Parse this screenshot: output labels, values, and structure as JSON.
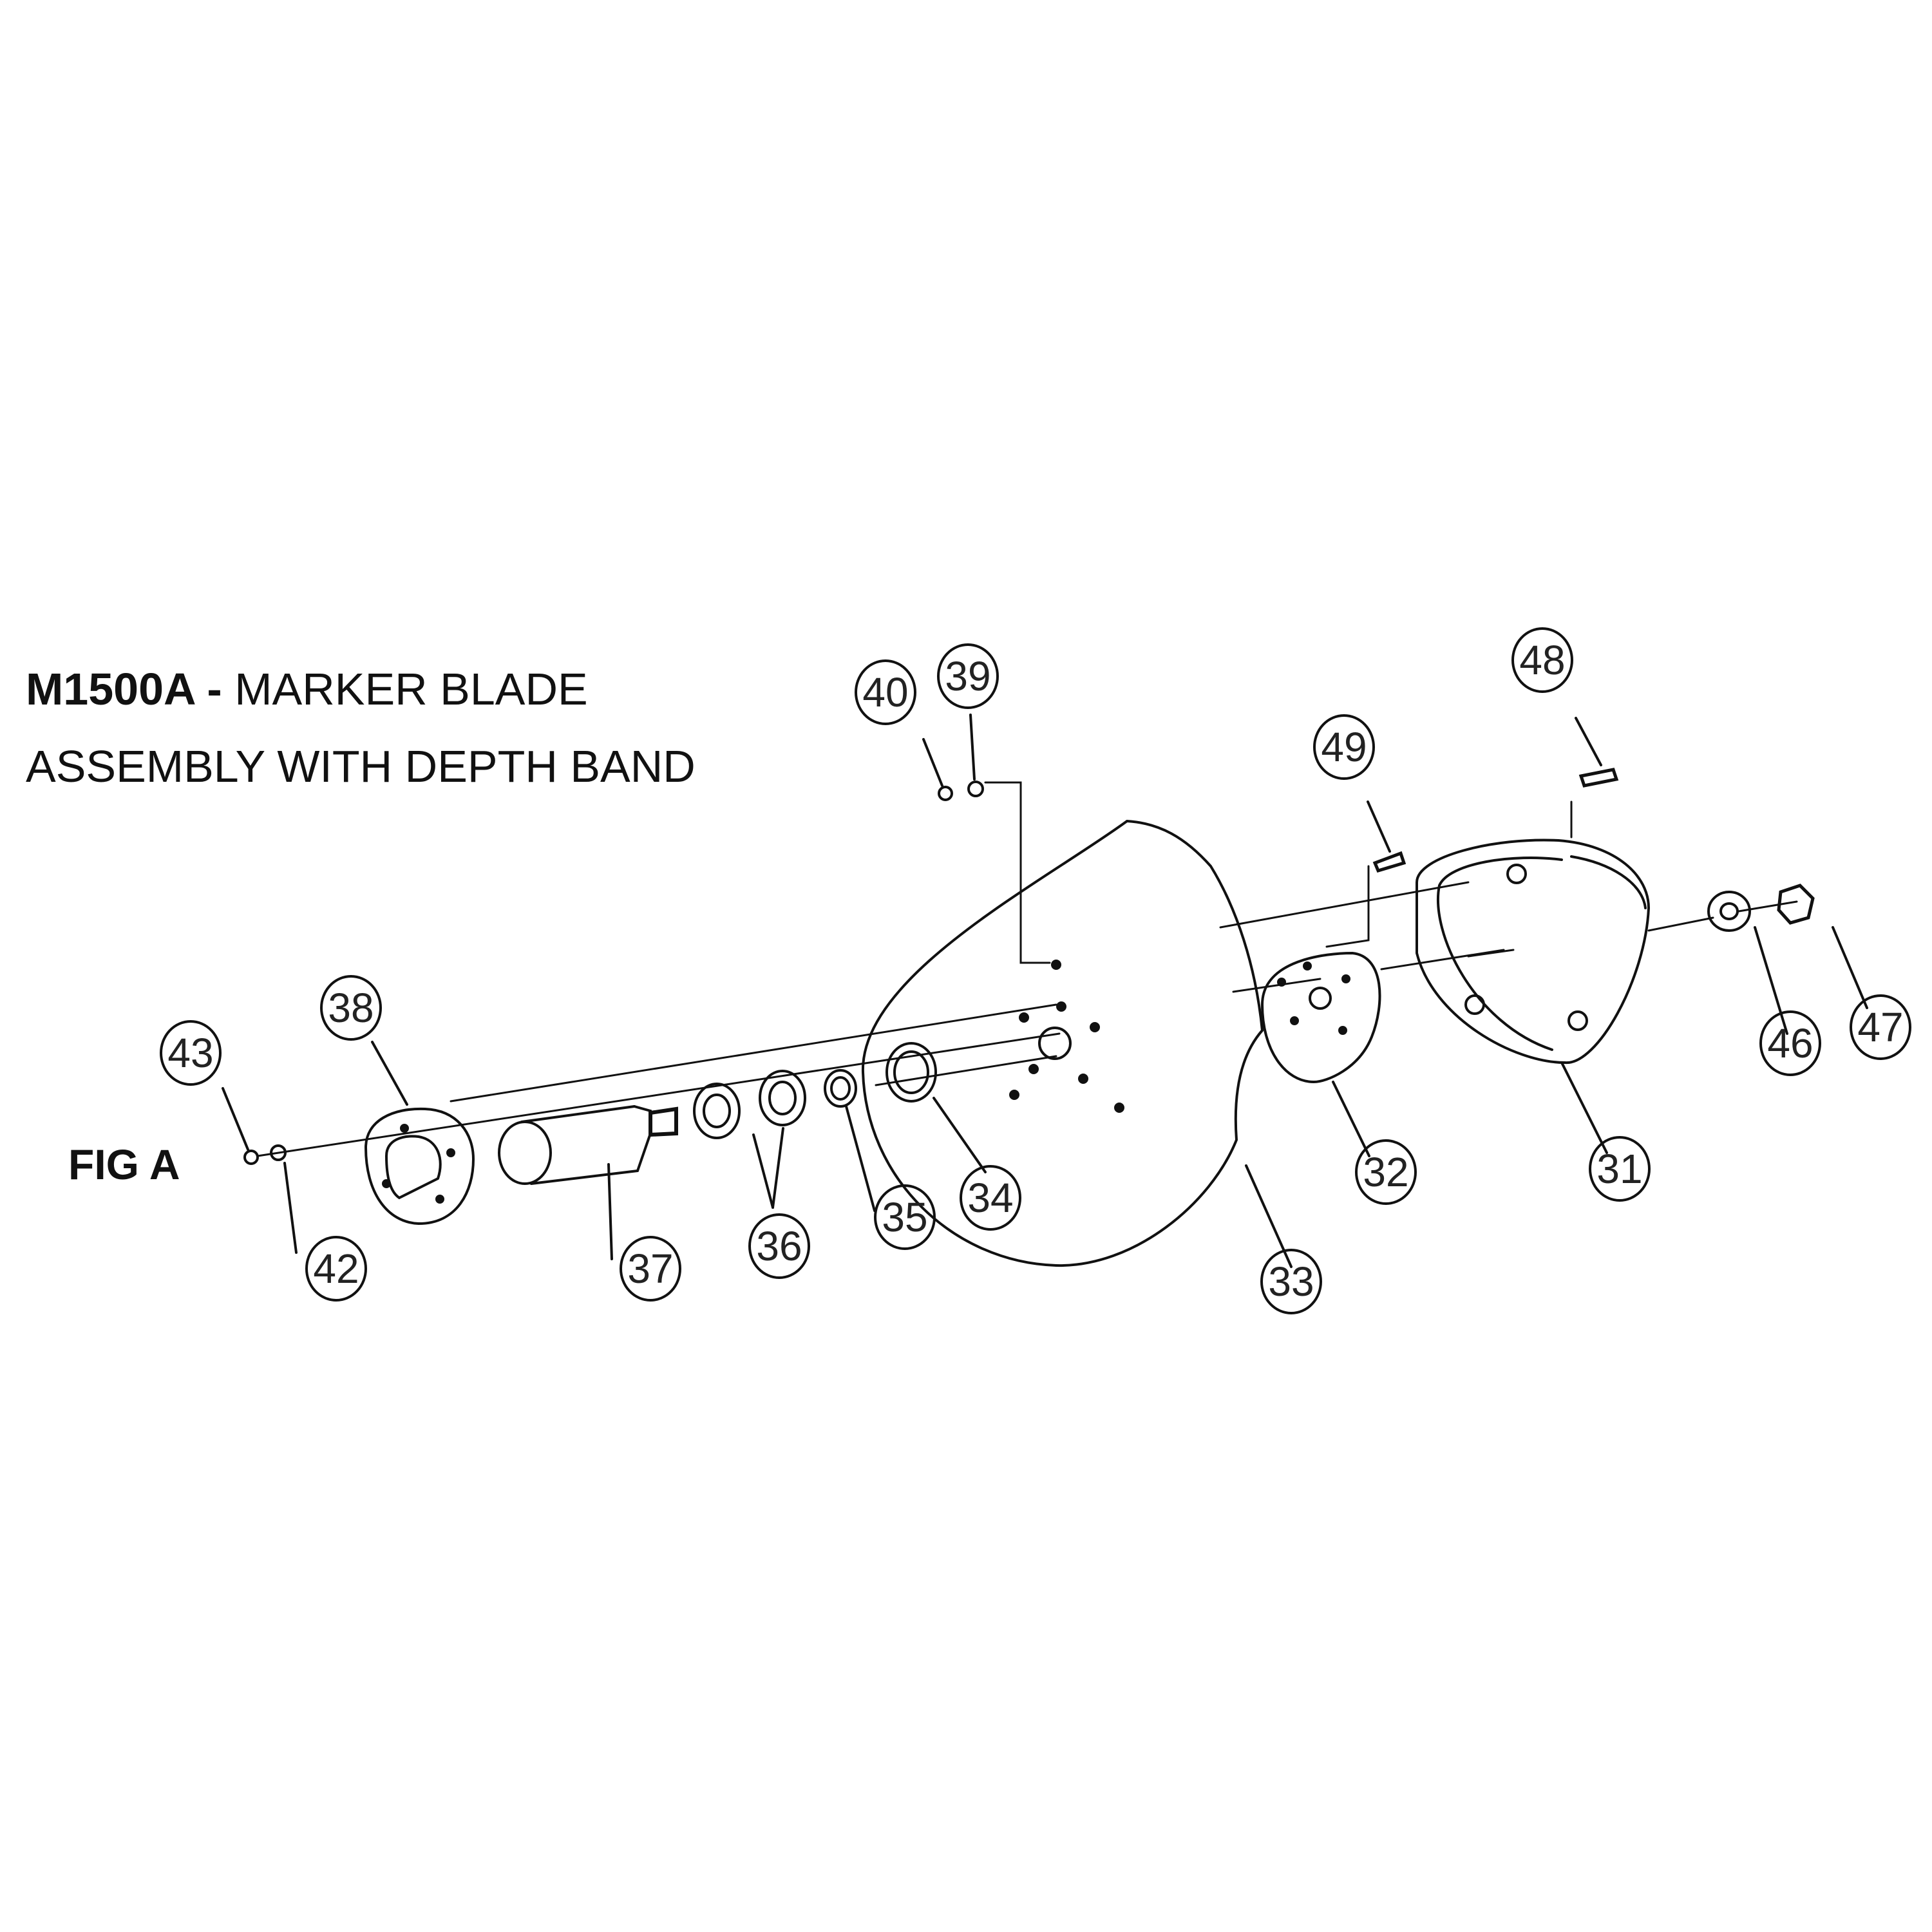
{
  "title": {
    "model": "M1500A -",
    "line1_rest": "MARKER BLADE",
    "line2": "ASSEMBLY WITH DEPTH BAND"
  },
  "figure_label": "FIG A",
  "callouts": [
    "31",
    "32",
    "33",
    "34",
    "35",
    "36",
    "37",
    "38",
    "39",
    "40",
    "42",
    "43",
    "46",
    "47",
    "48",
    "49"
  ],
  "colors": {
    "line": "#111111",
    "background": "#ffffff"
  }
}
